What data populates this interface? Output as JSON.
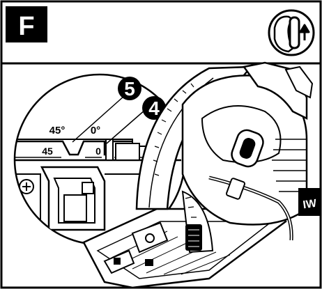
{
  "header": {
    "section_letter": "F",
    "icon": "unlock-lever-icon"
  },
  "figure": {
    "callouts": [
      {
        "number": "5"
      },
      {
        "number": "4"
      }
    ],
    "magnifier": {
      "angle_label_45": "45°",
      "angle_label_0": "0°",
      "scale_mark_45": "45",
      "scale_mark_0": "0"
    },
    "brand_fragment": "IW"
  },
  "colors": {
    "ink": "#000000",
    "paper": "#ffffff"
  }
}
